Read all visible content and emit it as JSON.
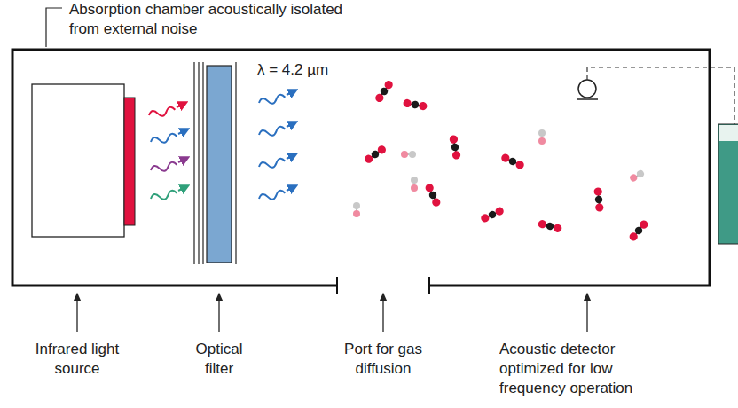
{
  "diagram": {
    "labels": [
      "Absorption chamber acoustically isolated from external noise",
      "λ = 4.2 µm",
      "Infrared light source",
      "Optical filter",
      "Port for gas diffusion",
      "Acoustic detector optimized for low frequency operation"
    ]
  }
}
